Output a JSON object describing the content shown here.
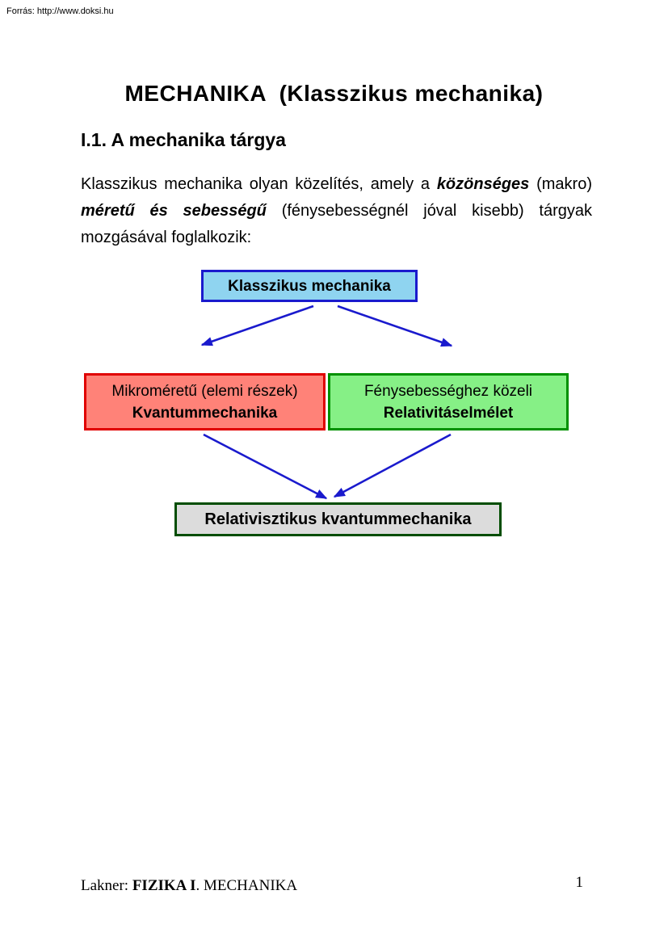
{
  "page": {
    "source_note": "Forrás: http://www.doksi.hu",
    "title": "MECHANIKA  (Klasszikus mechanika)",
    "section_heading": "I.1. A mechanika tárgya",
    "paragraph": {
      "part1": "Klasszikus mechanika olyan közelítés, amely a ",
      "emph1": "közönséges",
      "part2": " (makro) ",
      "emph2": "méretű és sebességű",
      "part3": " (fénysebességnél jóval kisebb) tárgyak mozgásával foglalkozik:"
    },
    "footer": {
      "author_prefix": "Lakner: ",
      "author_bold": "FIZIKA I",
      "author_suffix": ". MECHANIKA",
      "page_number": "1"
    }
  },
  "diagram": {
    "top_box": {
      "label": "Klasszikus mechanika",
      "fill": "#8fd4f0",
      "border": "#1a1acd"
    },
    "left_box": {
      "line1": "Mikroméretű (elemi részek)",
      "line2": "Kvantummechanika",
      "fill": "#ff8278",
      "border": "#e00000"
    },
    "right_box": {
      "line1": "Fénysebességhez közeli",
      "line2": "Relativitáselmélet",
      "fill": "#86f086",
      "border": "#009000"
    },
    "bottom_box": {
      "label": "Relativisztikus kvantummechanika",
      "fill": "#dcdcdc",
      "border": "#004d00"
    },
    "arrow_color": "#1a1acd"
  }
}
